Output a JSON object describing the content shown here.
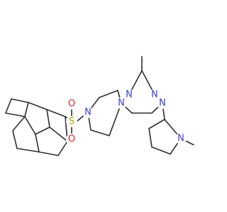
{
  "molecule": {
    "colors": {
      "bond": "#2e2e2e",
      "N": "#3b3bd6",
      "S": "#b8a200",
      "O": "#e01e1e"
    },
    "atoms": [
      {
        "id": "n_pyr1",
        "label": "N",
        "element": "N"
      },
      {
        "id": "n_pyr3",
        "label": "N",
        "element": "N"
      },
      {
        "id": "n_pip1_a",
        "label": "N",
        "element": "N"
      },
      {
        "id": "n_pip1_b",
        "label": "N",
        "element": "N"
      },
      {
        "id": "n_pip2_a",
        "label": "N",
        "element": "N"
      },
      {
        "id": "n_pip2_b",
        "label": "N",
        "element": "N"
      },
      {
        "id": "s_sulfonyl",
        "label": "S",
        "element": "S"
      },
      {
        "id": "o_sulfonyl_top",
        "label": "O",
        "element": "O"
      },
      {
        "id": "o_sulfonyl_bottom",
        "label": "O",
        "element": "O"
      }
    ]
  }
}
